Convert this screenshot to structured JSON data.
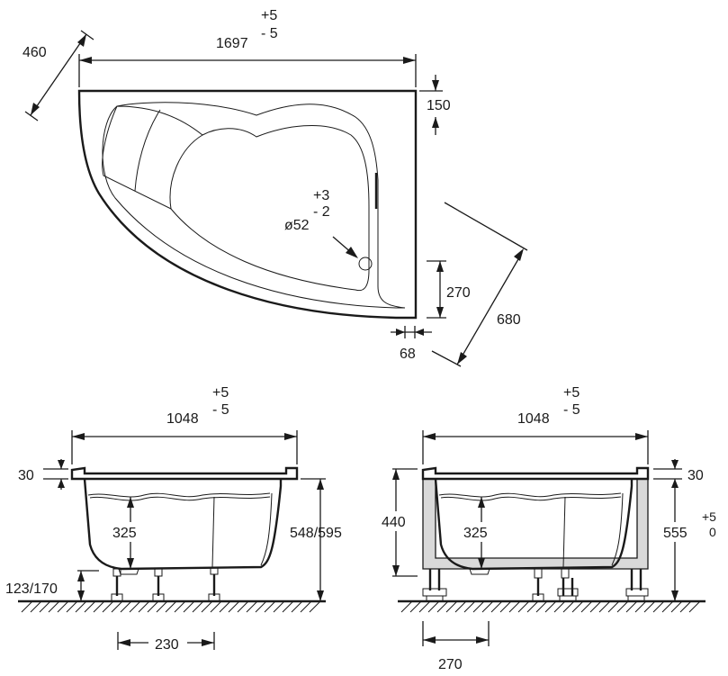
{
  "top_view": {
    "width_value": "1697",
    "width_tol_plus": "+5",
    "width_tol_minus": "- 5",
    "left_depth": "460",
    "rim_height": "150",
    "drain_tol_plus": "+3",
    "drain_tol_minus": "- 2",
    "drain_diameter": "ø52",
    "drain_offset": "270",
    "rim_inset": "68",
    "diagonal": "680"
  },
  "front_view_legs": {
    "width_value": "1048",
    "width_tol_plus": "+5",
    "width_tol_minus": "- 5",
    "rim": "30",
    "depth": "325",
    "total_height": "548/595",
    "leg_height": "123/170",
    "leg_spacing": "230"
  },
  "front_view_frame": {
    "width_value": "1048",
    "width_tol_plus": "+5",
    "width_tol_minus": "- 5",
    "rim": "30",
    "frame_height": "440",
    "depth": "325",
    "total_height": "555",
    "total_tol_plus": "+5",
    "total_tol_minus": "0",
    "leg_spacing": "270"
  },
  "colors": {
    "line": "#1a1a1a",
    "frame_fill": "#d9d9d9"
  }
}
